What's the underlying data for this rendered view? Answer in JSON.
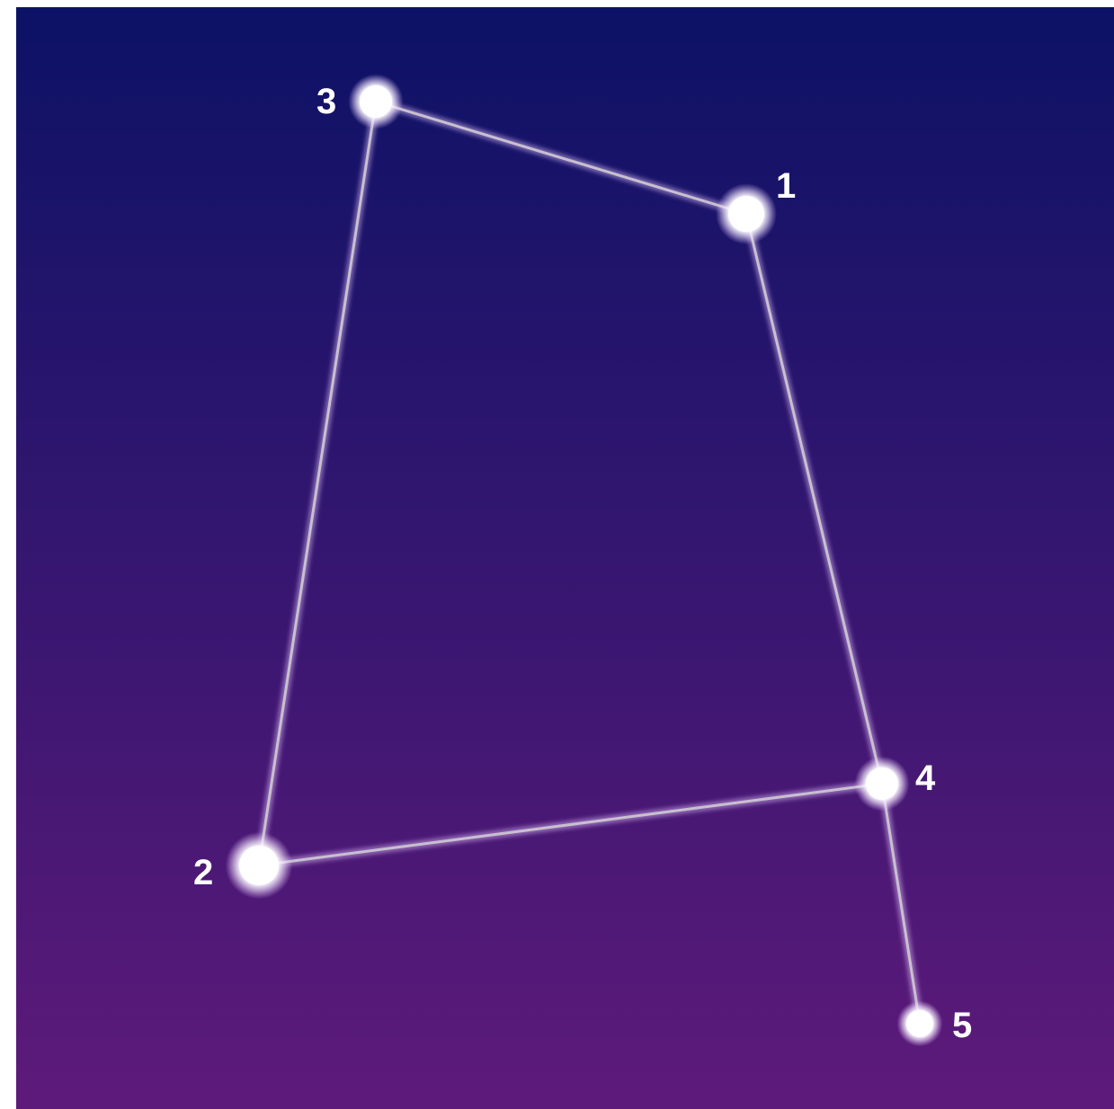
{
  "colors": {
    "sky_top": "#0c1266",
    "sky_bottom": "#5e1a7a",
    "line": "#c8c0cf",
    "line_glow": "#e6c8ff",
    "star": "#ffffff"
  },
  "stars": [
    {
      "id": "1",
      "label": "1",
      "magnitude_rank": 1
    },
    {
      "id": "2",
      "label": "2",
      "magnitude_rank": 2
    },
    {
      "id": "3",
      "label": "3",
      "magnitude_rank": 3
    },
    {
      "id": "4",
      "label": "4",
      "magnitude_rank": 4
    },
    {
      "id": "5",
      "label": "5",
      "magnitude_rank": 5
    }
  ],
  "connections": [
    [
      "3",
      "1"
    ],
    [
      "1",
      "4"
    ],
    [
      "3",
      "2"
    ],
    [
      "2",
      "4"
    ],
    [
      "4",
      "5"
    ]
  ]
}
